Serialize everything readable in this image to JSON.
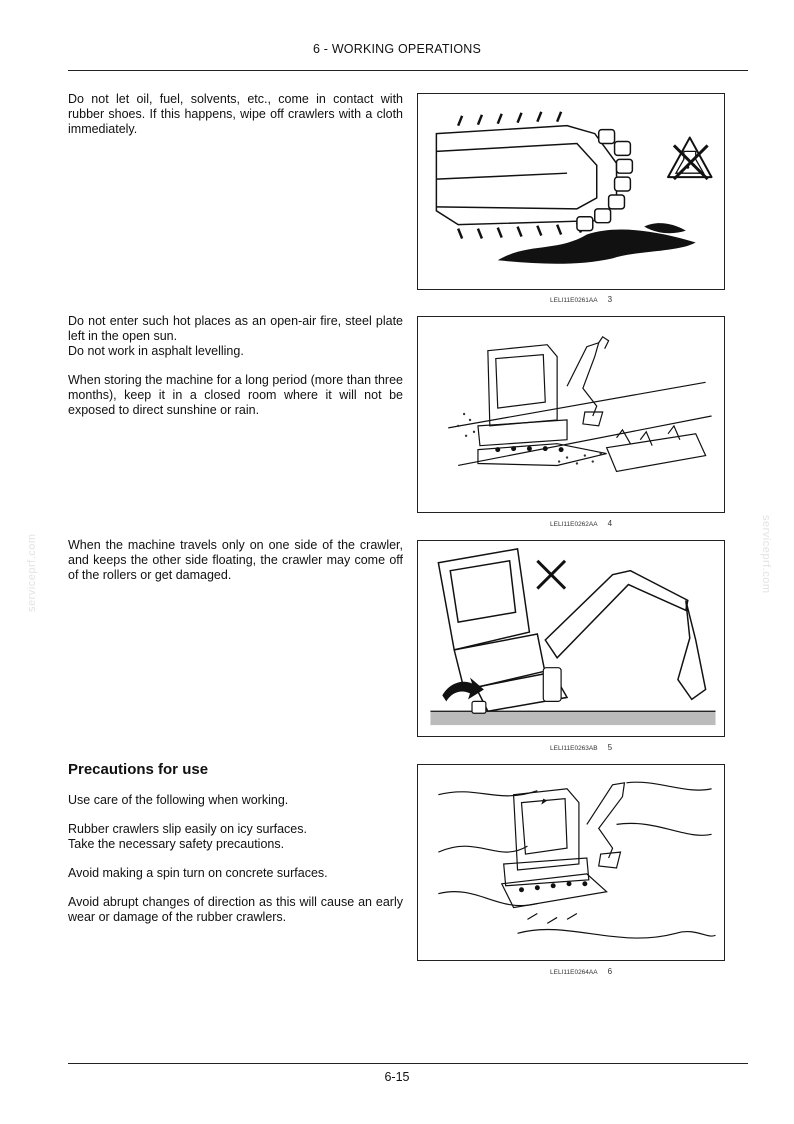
{
  "header": {
    "title": "6 - WORKING OPERATIONS"
  },
  "watermark": {
    "text": "serviceprf.com"
  },
  "sections": [
    {
      "paragraphs": [
        "Do not let oil, fuel, solvents, etc., come in contact with rubber shoes. If this happens, wipe off crawlers with a cloth immediately."
      ],
      "figure": {
        "code": "LELI11E0261AA",
        "number": "3"
      }
    },
    {
      "paragraphs": [
        "Do not enter such hot places as an open-air fire, steel plate left in the open sun.\nDo not work in asphalt levelling.",
        "When storing the machine for a long period (more than three months), keep it in a closed room where it will not be exposed to direct sunshine or rain."
      ],
      "figure": {
        "code": "LELI11E0262AA",
        "number": "4"
      }
    },
    {
      "paragraphs": [
        "When the machine travels only on one side of the crawler, and keeps the other side floating, the crawler may come off of the rollers or get damaged."
      ],
      "figure": {
        "code": "LELI11E0263AB",
        "number": "5"
      }
    },
    {
      "heading": "Precautions for use",
      "paragraphs": [
        "Use care of the following when working.",
        "Rubber crawlers slip easily on icy surfaces.\nTake the necessary safety precautions.",
        "Avoid making a spin turn on concrete surfaces.",
        "Avoid abrupt changes of direction as this will cause an early wear or damage of the rubber crawlers."
      ],
      "figure": {
        "code": "LELI11E0264AA",
        "number": "6"
      }
    }
  ],
  "footer": {
    "page_number": "6-15"
  }
}
